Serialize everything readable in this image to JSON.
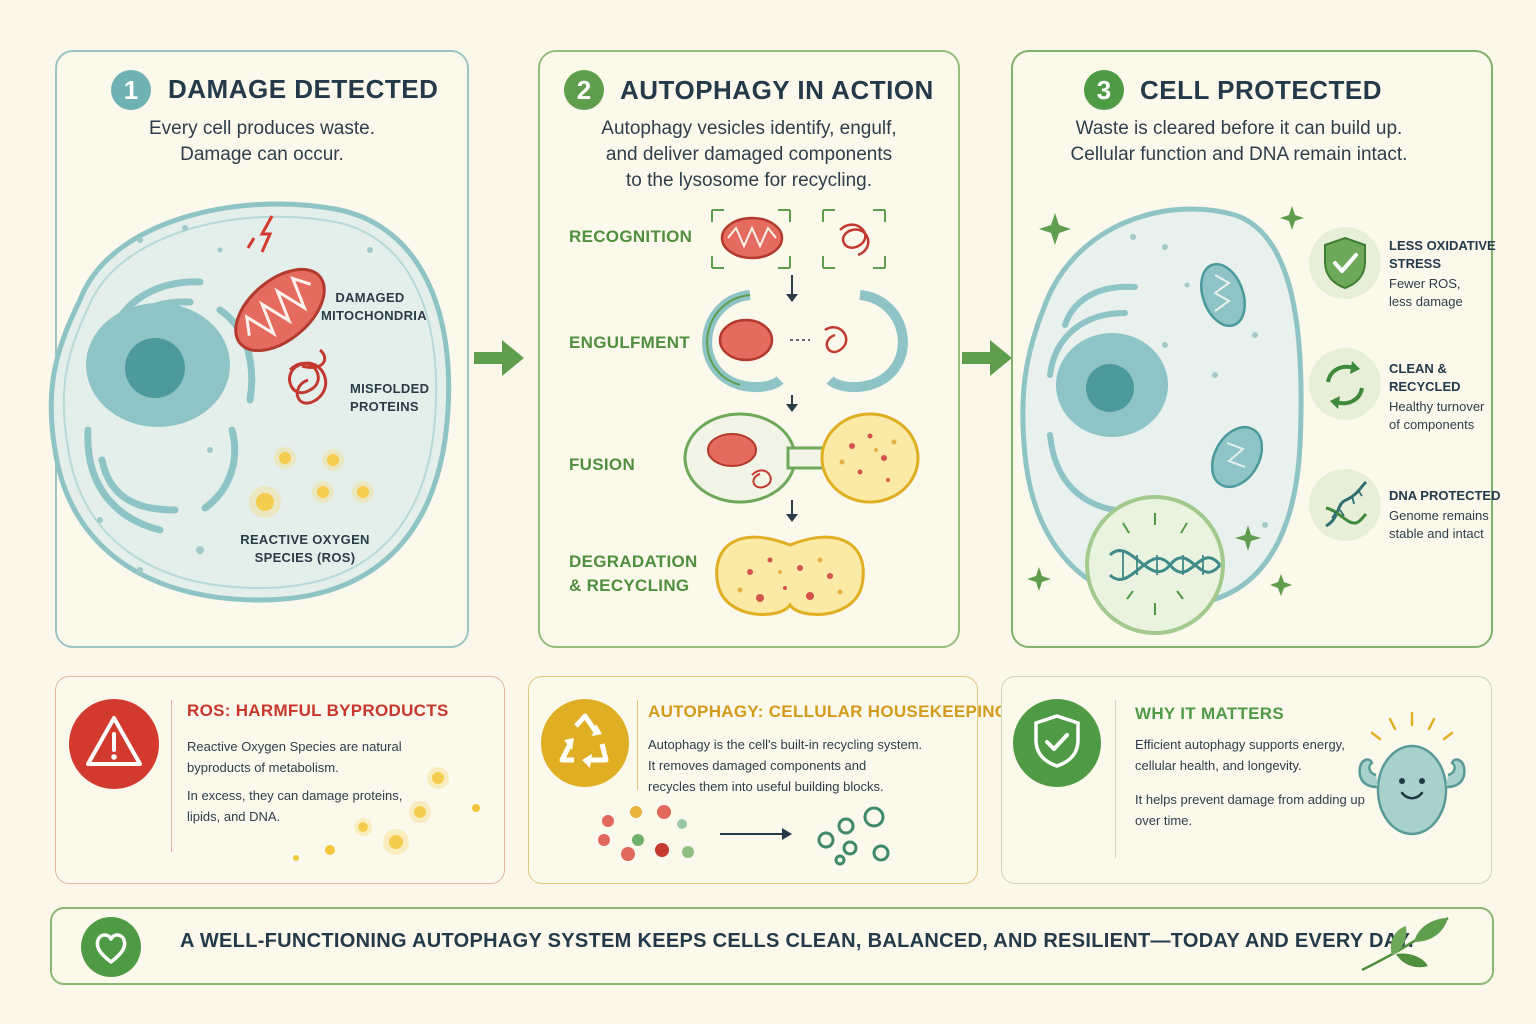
{
  "panel1": {
    "number": "1",
    "title": "DAMAGE DETECTED",
    "subtitle_line1": "Every cell produces waste.",
    "subtitle_line2": "Damage can occur.",
    "label_mito_1": "DAMAGED",
    "label_mito_2": "MITOCHONDRIA",
    "label_prot_1": "MISFOLDED",
    "label_prot_2": "PROTEINS",
    "label_ros_1": "REACTIVE OXYGEN",
    "label_ros_2": "SPECIES (ROS)"
  },
  "panel2": {
    "number": "2",
    "title": "AUTOPHAGY IN ACTION",
    "subtitle_line1": "Autophagy vesicles identify, engulf,",
    "subtitle_line2": "and deliver damaged components",
    "subtitle_line3": "to the lysosome for recycling.",
    "step1": "RECOGNITION",
    "step2": "ENGULFMENT",
    "step3": "FUSION",
    "step4_line1": "DEGRADATION",
    "step4_line2": "& RECYCLING"
  },
  "panel3": {
    "number": "3",
    "title": "CELL PROTECTED",
    "subtitle_line1": "Waste is cleared before it can build up.",
    "subtitle_line2": "Cellular function and DNA remain intact.",
    "features": [
      {
        "title_1": "LESS OXIDATIVE",
        "title_2": "STRESS",
        "desc_1": "Fewer ROS,",
        "desc_2": "less damage",
        "icon": "shield-check-icon"
      },
      {
        "title_1": "CLEAN &",
        "title_2": "RECYCLED",
        "desc_1": "Healthy turnover",
        "desc_2": "of components",
        "icon": "recycle-arrows-icon"
      },
      {
        "title_1": "DNA PROTECTED",
        "title_2": "",
        "desc_1": "Genome remains",
        "desc_2": "stable and intact",
        "icon": "dna-icon"
      }
    ]
  },
  "box1": {
    "title": "ROS: HARMFUL BYPRODUCTS",
    "text1_line1": "Reactive Oxygen Species are natural",
    "text1_line2": "byproducts of metabolism.",
    "text2_line1": "In excess, they can damage proteins,",
    "text2_line2": "lipids, and DNA."
  },
  "box2": {
    "title": "AUTOPHAGY: CELLULAR HOUSEKEEPING",
    "text_line1": "Autophagy is the cell's built-in recycling system.",
    "text_line2": "It removes damaged components and",
    "text_line3": "recycles them into useful building blocks."
  },
  "box3": {
    "title": "WHY IT MATTERS",
    "text1_line1": "Efficient autophagy supports energy,",
    "text1_line2": "cellular health, and longevity.",
    "text2_line1": "It helps prevent damage from adding up",
    "text2_line2": "over time."
  },
  "footer": {
    "text": "A WELL-FUNCTIONING AUTOPHAGY SYSTEM KEEPS CELLS CLEAN, BALANCED, AND RESILIENT—TODAY AND EVERY DAY."
  },
  "colors": {
    "teal": "#5fa8a8",
    "green": "#4f9a45",
    "red": "#d23a2e",
    "yellow": "#e0ae22",
    "cell_fill": "#e4efec",
    "nucleus": "#8ec4c6"
  }
}
